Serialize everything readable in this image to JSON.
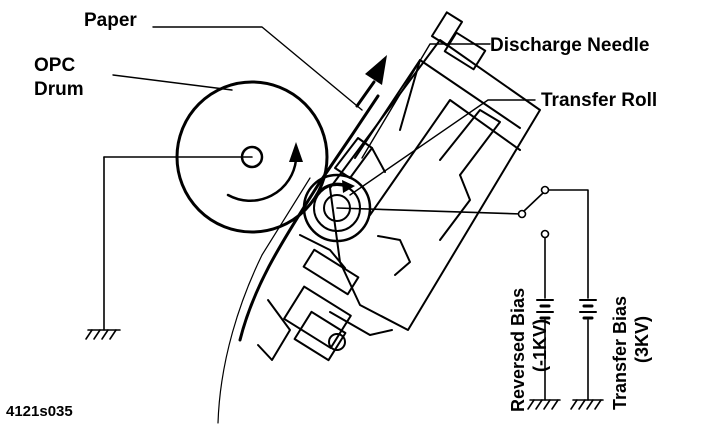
{
  "labels": {
    "paper": "Paper",
    "opc_drum_line1": "OPC",
    "opc_drum_line2": "Drum",
    "discharge_needle": "Discharge Needle",
    "transfer_roll": "Transfer Roll",
    "reversed_bias_line1": "Reversed Bias",
    "reversed_bias_line2": "(-1KV)",
    "transfer_bias_line1": "Transfer Bias",
    "transfer_bias_line2": "(3KV)",
    "figure_id": "4121s035"
  }
}
